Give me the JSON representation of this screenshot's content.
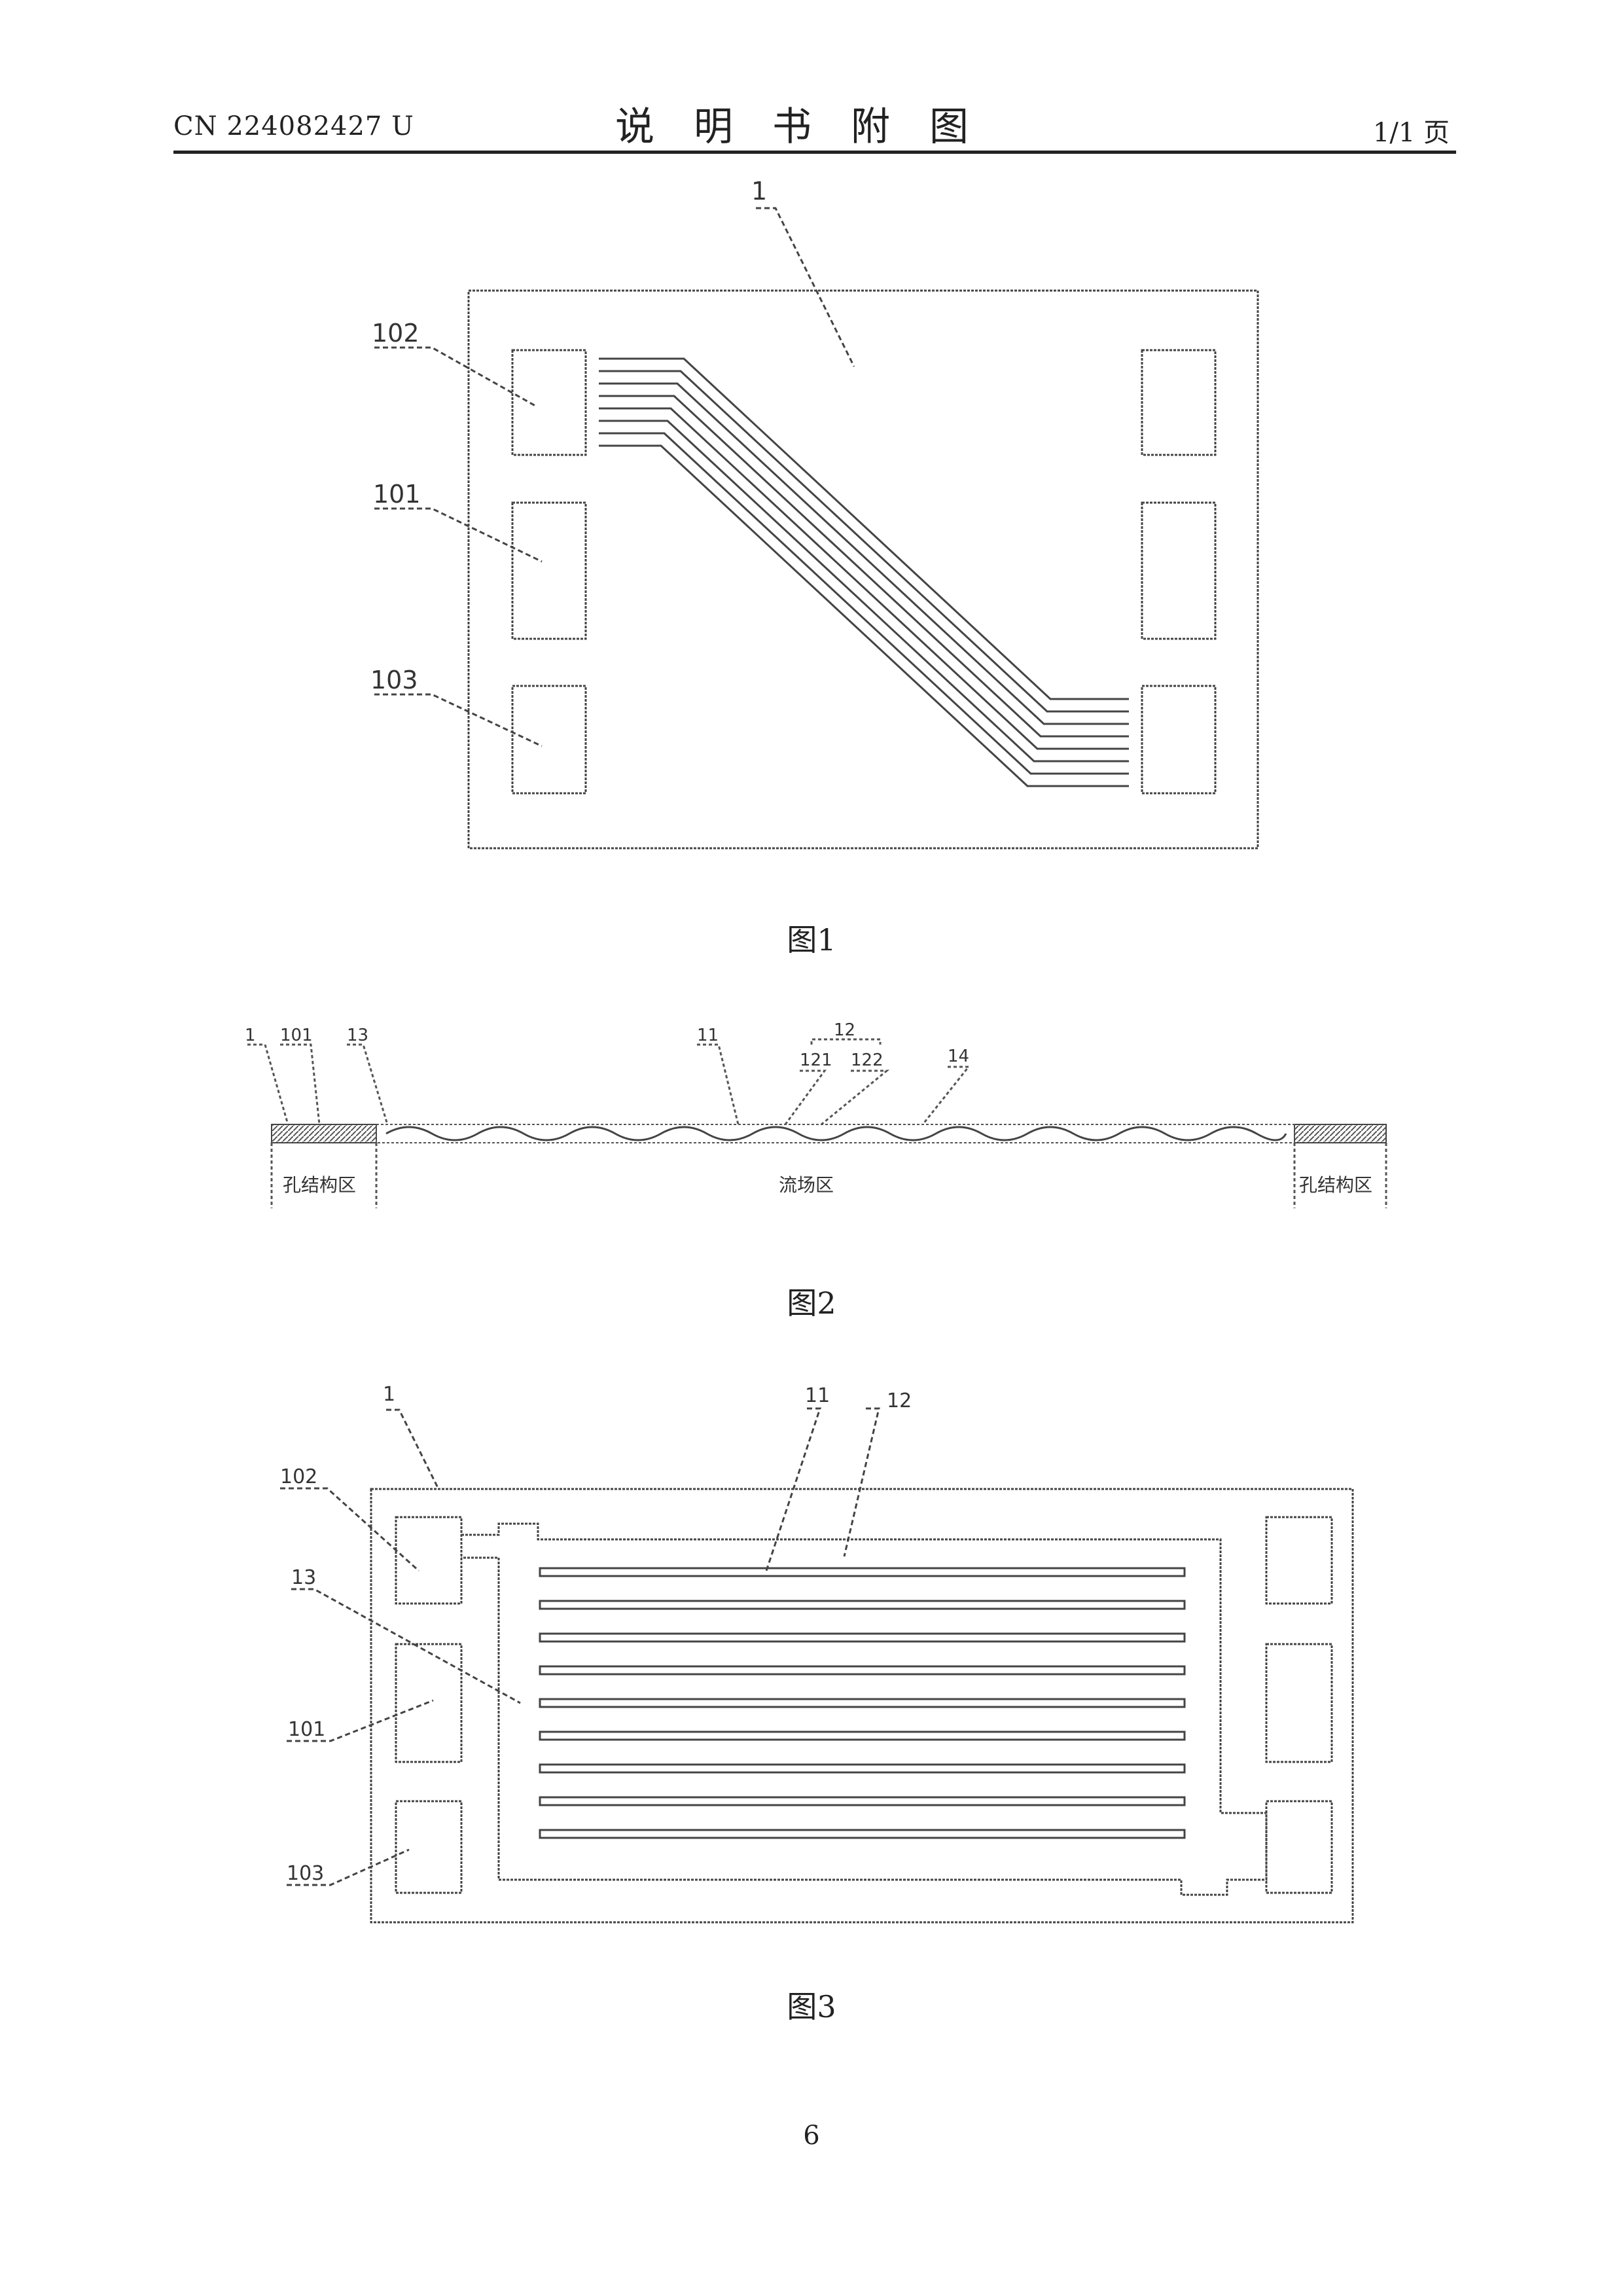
{
  "header": {
    "publication_number": "CN 224082427 U",
    "title": "说明书附图",
    "page_indicator": "1/1 页"
  },
  "figure1": {
    "caption": "图1",
    "labels": {
      "body": "1",
      "pad_top": "102",
      "pad_middle": "101",
      "pad_bottom": "103"
    }
  },
  "figure2": {
    "caption": "图2",
    "labels": {
      "l1": "1",
      "l101": "101",
      "l13": "13",
      "l11": "11",
      "l12": "12",
      "l121": "121",
      "l122": "122",
      "l14": "14"
    },
    "zones": {
      "left": "孔结构区",
      "center": "流场区",
      "right": "孔结构区"
    }
  },
  "figure3": {
    "caption": "图3",
    "labels": {
      "body": "1",
      "l11": "11",
      "l12": "12",
      "l102": "102",
      "l13": "13",
      "l101": "101",
      "l103": "103"
    }
  },
  "footer": {
    "page_number": "6"
  },
  "colors": {
    "ink": "#333333",
    "background": "#ffffff"
  }
}
